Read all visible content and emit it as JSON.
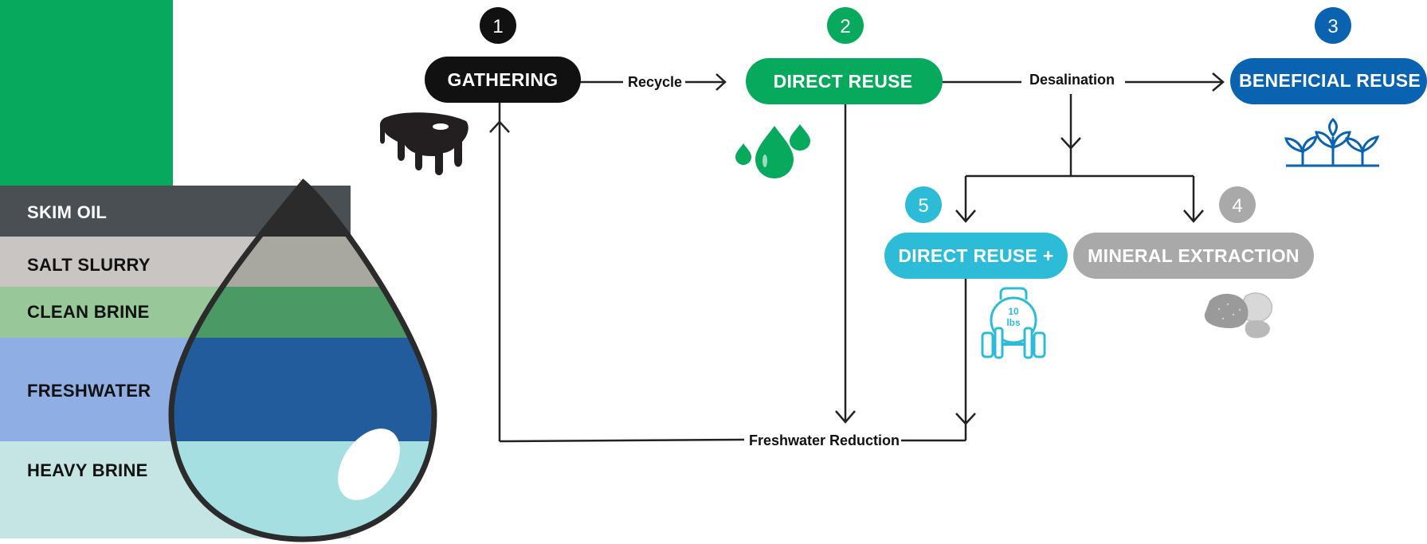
{
  "colors": {
    "green": "#07a95c",
    "black": "#111111",
    "blue": "#0a63b0",
    "cyan": "#2dbcd8",
    "gray": "#a9a9a9",
    "skim_oil": "#4a4f53",
    "salt_slurry": "#c9c5c2",
    "clean_brine": "#98c89a",
    "freshwater": "#8eaee4",
    "heavy_brine": "#c4e5e3"
  },
  "layers": [
    {
      "label": "SKIM OIL",
      "color": "#4a4f53",
      "drop_color": "#2b2b2b",
      "label_color": "#ffffff"
    },
    {
      "label": "SALT SLURRY",
      "color": "#c9c5c2",
      "drop_color": "#a8a8a0",
      "label_color": "#111111"
    },
    {
      "label": "CLEAN BRINE",
      "color": "#98c89a",
      "drop_color": "#4b9a66",
      "label_color": "#111111"
    },
    {
      "label": "FRESHWATER",
      "color": "#8eaee4",
      "drop_color": "#225c9c",
      "label_color": "#111111"
    },
    {
      "label": "HEAVY BRINE",
      "color": "#c4e5e3",
      "drop_color": "#a5dfe1",
      "label_color": "#111111"
    }
  ],
  "stages": {
    "gathering": {
      "number": "1",
      "label": "GATHERING",
      "color": "#111111",
      "icon": "oil-spill-icon"
    },
    "direct_reuse": {
      "number": "2",
      "label": "DIRECT REUSE",
      "color": "#07a95c",
      "icon": "water-drops-icon"
    },
    "beneficial_reuse": {
      "number": "3",
      "label": "BENEFICIAL REUSE",
      "color": "#0a63b0",
      "icon": "plants-icon"
    },
    "mineral_extraction": {
      "number": "4",
      "label": "MINERAL EXTRACTION",
      "color": "#a9a9a9",
      "icon": "rocks-icon"
    },
    "direct_reuse_plus": {
      "number": "5",
      "label": "DIRECT REUSE +",
      "color": "#2dbcd8",
      "icon": "weight-icon",
      "weight_text": "10 lbs"
    }
  },
  "flows": {
    "recycle": "Recycle",
    "desalination": "Desalination",
    "freshwater_reduction": "Freshwater Reduction"
  }
}
